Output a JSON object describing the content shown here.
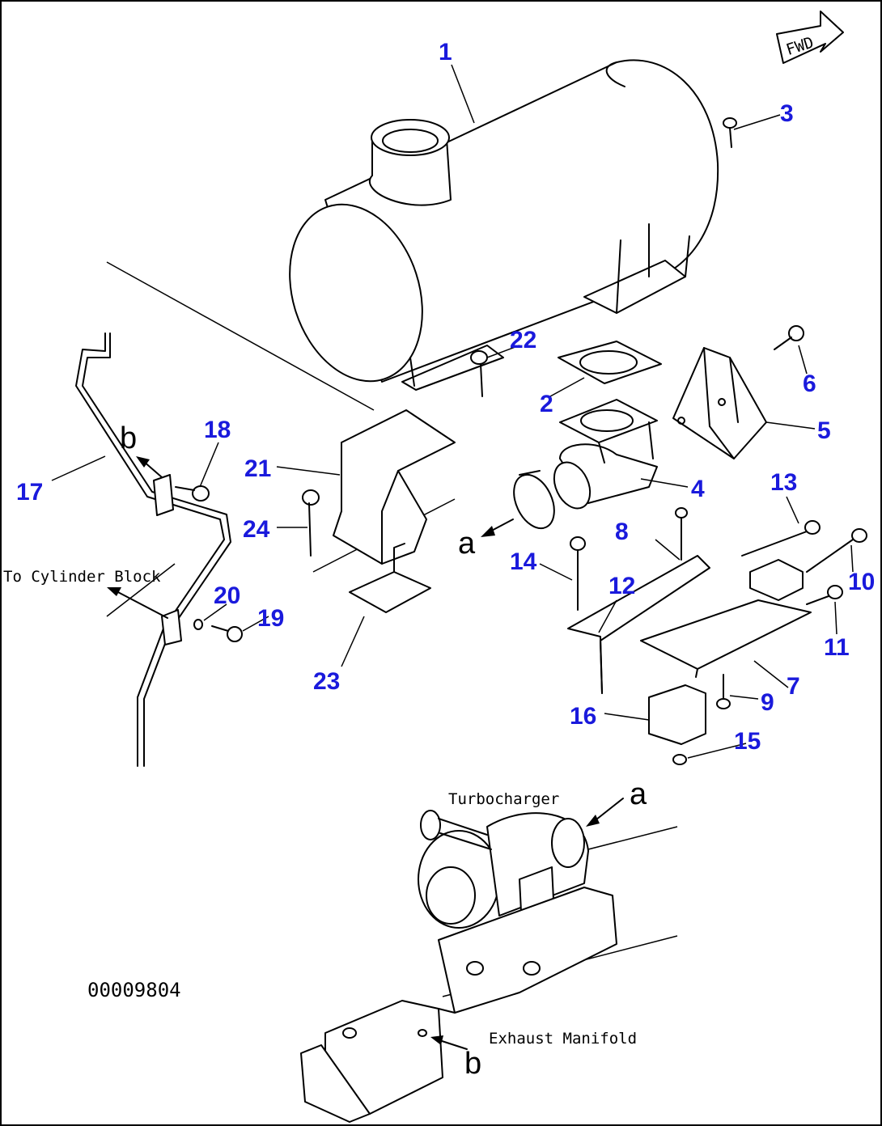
{
  "diagram": {
    "drawing_number": "00009804",
    "direction_label": "FWD",
    "callout_color": "#1a1adc",
    "callouts": [
      {
        "id": "1",
        "label": "1"
      },
      {
        "id": "2",
        "label": "2"
      },
      {
        "id": "3",
        "label": "3"
      },
      {
        "id": "4",
        "label": "4"
      },
      {
        "id": "5",
        "label": "5"
      },
      {
        "id": "6",
        "label": "6"
      },
      {
        "id": "7",
        "label": "7"
      },
      {
        "id": "8",
        "label": "8"
      },
      {
        "id": "9",
        "label": "9"
      },
      {
        "id": "10",
        "label": "10"
      },
      {
        "id": "11",
        "label": "11"
      },
      {
        "id": "12",
        "label": "12"
      },
      {
        "id": "13",
        "label": "13"
      },
      {
        "id": "14",
        "label": "14"
      },
      {
        "id": "15",
        "label": "15"
      },
      {
        "id": "16",
        "label": "16"
      },
      {
        "id": "17",
        "label": "17"
      },
      {
        "id": "18",
        "label": "18"
      },
      {
        "id": "19",
        "label": "19"
      },
      {
        "id": "20",
        "label": "20"
      },
      {
        "id": "21",
        "label": "21"
      },
      {
        "id": "22",
        "label": "22"
      },
      {
        "id": "23",
        "label": "23"
      },
      {
        "id": "24",
        "label": "24"
      }
    ],
    "reference_letters": {
      "a_top": "a",
      "a_bottom": "a",
      "b_top": "b",
      "b_bottom": "b"
    },
    "notes": {
      "to_cylinder_block": "To Cylinder Block",
      "turbocharger": "Turbocharger",
      "exhaust_manifold": "Exhaust Manifold"
    }
  }
}
